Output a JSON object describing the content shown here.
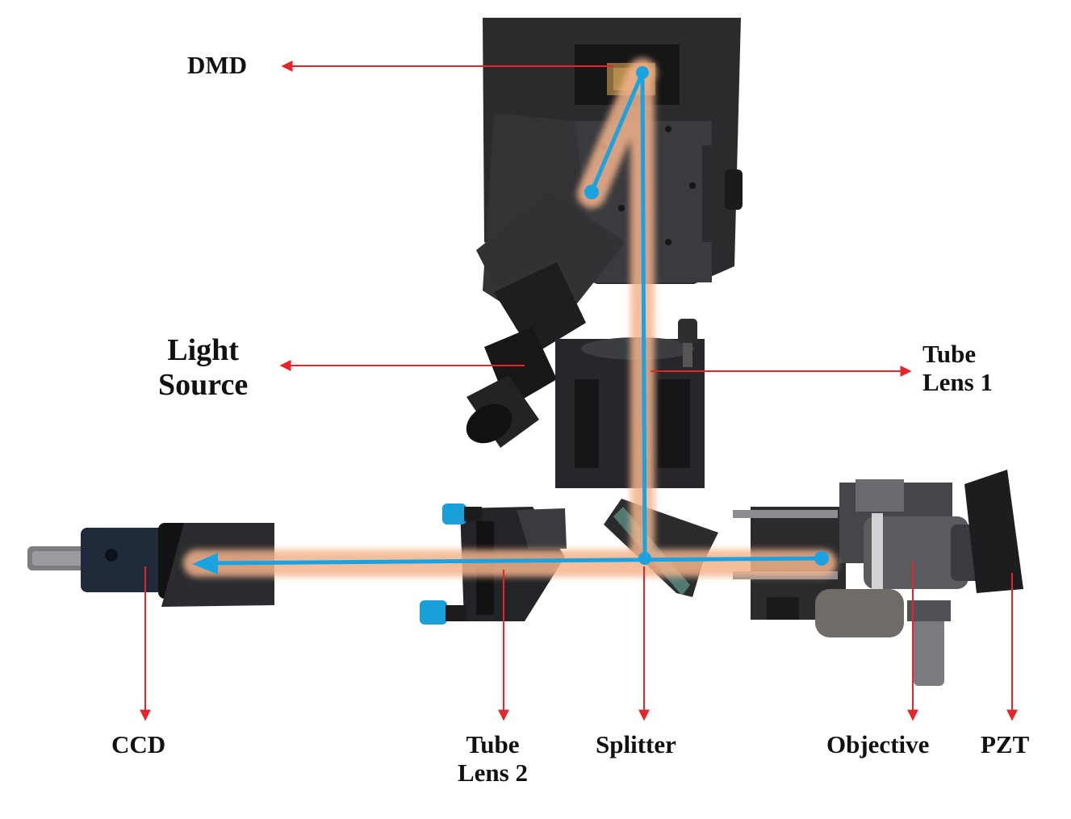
{
  "labels": {
    "dmd": "DMD",
    "light_source": [
      "Light",
      "Source"
    ],
    "tube_lens_1": [
      "Tube",
      "Lens 1"
    ],
    "ccd": "CCD",
    "tube_lens_2": [
      "Tube",
      "Lens 2"
    ],
    "splitter": "Splitter",
    "objective": "Objective",
    "pzt": "PZT"
  },
  "colors": {
    "arrow": "#e8232a",
    "beam": "#1aa3e0",
    "glow": "#f4b48c",
    "hardware_dark": "#2a2a2c",
    "hardware_mid": "#3c3d40",
    "ccd_body": "#1f2a3a",
    "knob": "#1a9fd8"
  }
}
